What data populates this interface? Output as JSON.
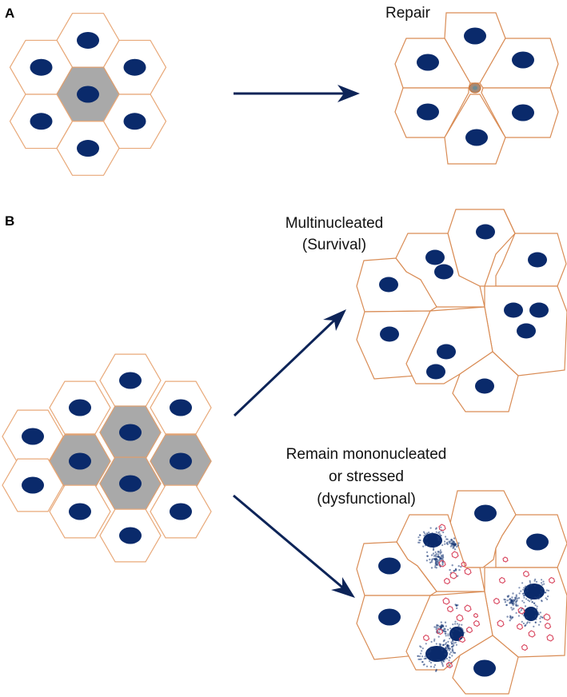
{
  "figure": {
    "panel_a": {
      "label": "A",
      "outcome_caption": "Repair"
    },
    "panel_b": {
      "label": "B",
      "outcome_top_caption_lines": [
        "Multinucleated",
        "(Survival)"
      ],
      "outcome_bottom_caption_lines": [
        "Remain mononucleated",
        "or stressed",
        "(dysfunctional)"
      ]
    },
    "colors": {
      "nucleus": "#0a2a6b",
      "damaged_cell": "#a9a9a9",
      "cell_border": "#e8a878",
      "arrow": "#0d2458",
      "vacuole": "#d8435c"
    }
  }
}
